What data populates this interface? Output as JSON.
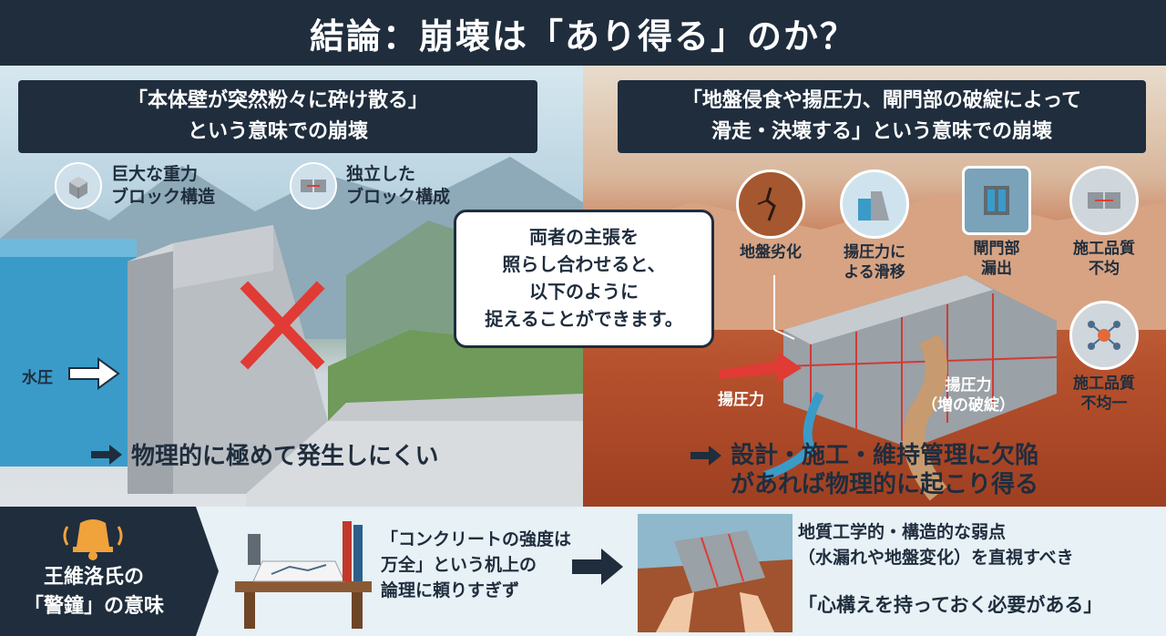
{
  "title": "結論：崩壊は「あり得る」のか？",
  "left": {
    "header_line1": "「本体壁が突然粉々に砕け散る」",
    "header_line2": "という意味での崩壊",
    "feature1_line1": "巨大な重力",
    "feature1_line2": "ブロック構造",
    "feature2_line1": "独立した",
    "feature2_line2": "ブロック構成",
    "water_label": "水圧",
    "conclusion": "物理的に極めて発生しにくい"
  },
  "center": {
    "line1": "両者の主張を",
    "line2": "照らし合わせると、",
    "line3": "以下のように",
    "line4": "捉えることができます。"
  },
  "right": {
    "header_line1": "「地盤侵食や揚圧力、閘門部の破綻によって",
    "header_line2": "滑走・決壊する」という意味での崩壊",
    "icon1_label": "地盤劣化",
    "icon2_line1": "揚圧力に",
    "icon2_line2": "よる滑移",
    "icon3_line1": "閘門部",
    "icon3_line2": "漏出",
    "icon4_line1": "施工品質",
    "icon4_line2": "不均",
    "icon5_line1": "施工品質",
    "icon5_line2": "不均一",
    "uplift_label": "揚圧力",
    "uplift2_line1": "揚圧力",
    "uplift2_line2": "（増の破綻）",
    "conclusion_line1": "設計・施工・維持管理に欠陥",
    "conclusion_line2": "があれば物理的に起こり得る"
  },
  "bottom": {
    "left_line1": "王維洛氏の",
    "left_line2": "「警鐘」の意味",
    "text1_line1": "「コンクリートの強度は",
    "text1_line2": "万全」という机上の",
    "text1_line3": "論理に頼りすぎず",
    "text2_line1": "地質工学的・構造的な弱点",
    "text2_line2": "（水漏れや地盤変化）を直視すべき",
    "text3": "「心構えを持っておく必要がある」"
  }
}
